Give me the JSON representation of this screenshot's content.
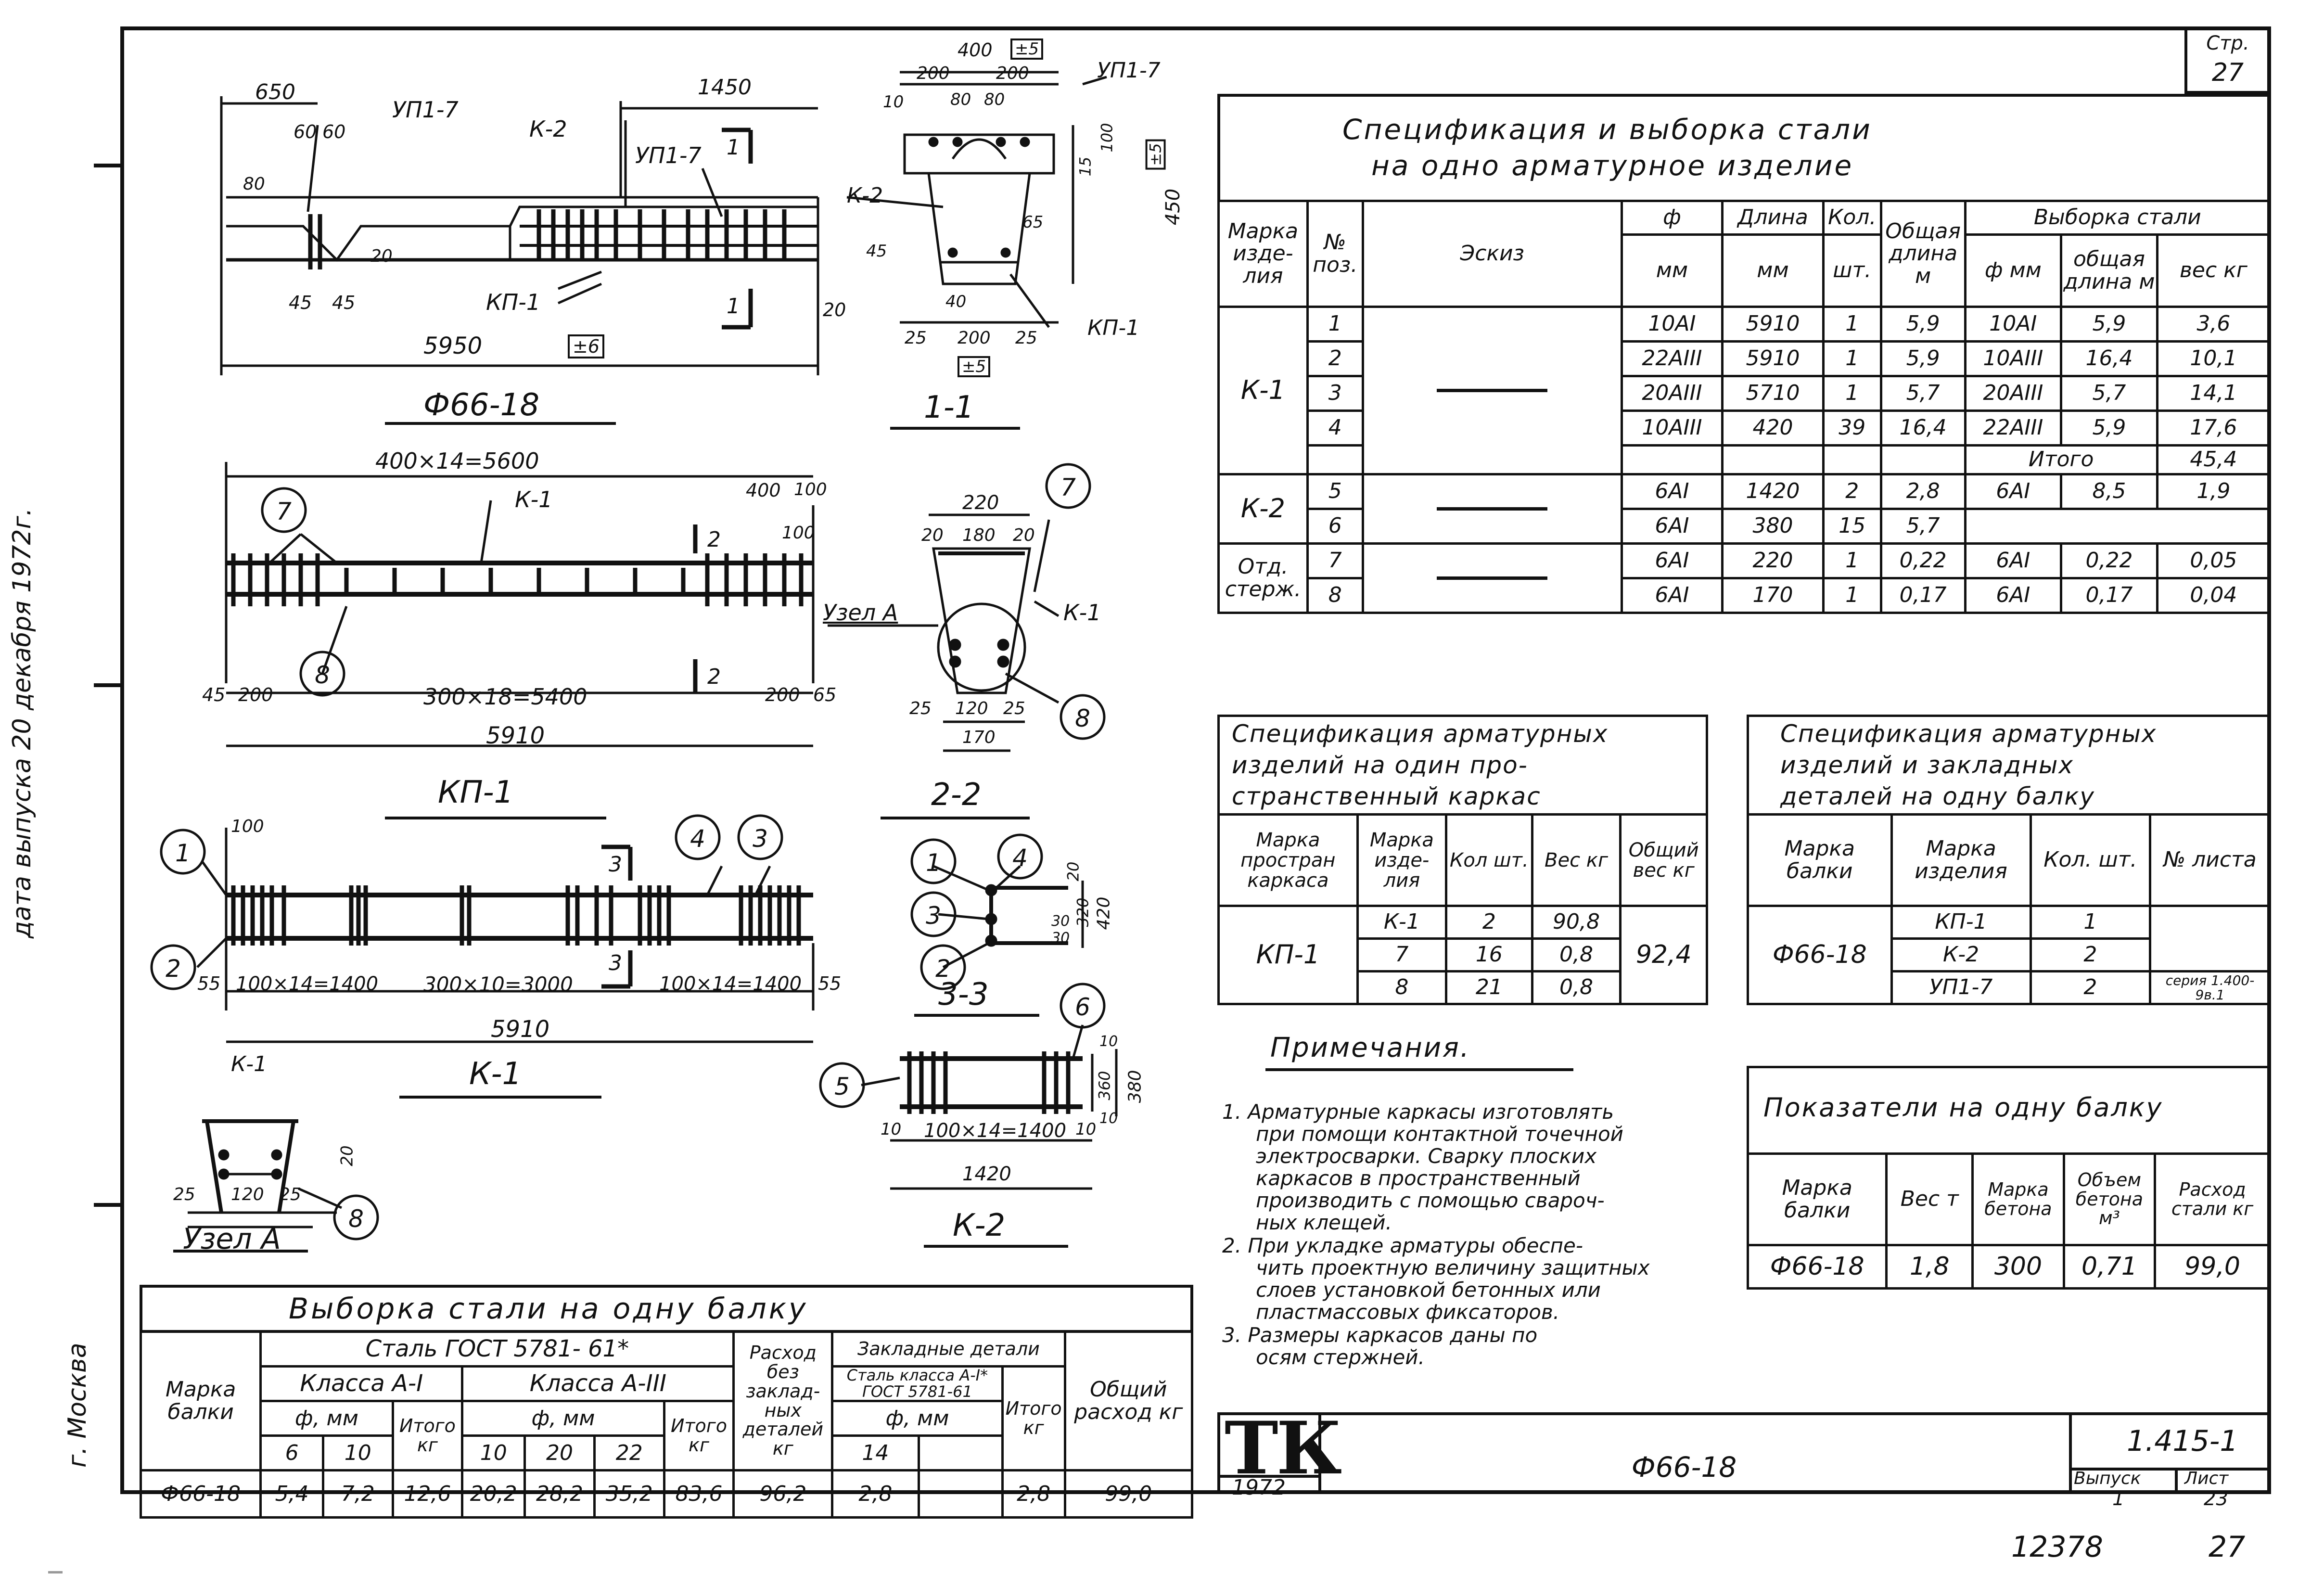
{
  "page": {
    "page_label": "Стр.",
    "page_number": "27",
    "footer_inventory": "12378",
    "footer_page": "27"
  },
  "side_margin": {
    "city": "г. Москва",
    "date": "дата выпуска  20 декабря  1972г."
  },
  "drawings": {
    "beam_title": "Ф66-18",
    "beam_dims": {
      "d650": "650",
      "d60a": "60",
      "d60b": "60",
      "up1": "УП1-7",
      "k2": "К-2",
      "d1450": "1450",
      "up2": "УП1-7",
      "cut1": "1",
      "d80": "80",
      "d20a": "20",
      "d45a": "45",
      "d45b": "45",
      "kp1": "КП-1",
      "cut1b": "1",
      "d20b": "20",
      "d5950": "5950",
      "tol6": "±6"
    },
    "section11_title": "1-1",
    "section11_dims": {
      "d400": "400",
      "tol5a": "±5",
      "d200a": "200",
      "d200b": "200",
      "up": "УП1-7",
      "d10": "10",
      "d80a": "80",
      "d80b": "80",
      "d15": "15",
      "d100": "100",
      "tol5b": "±5",
      "d450": "450",
      "k2": "К-2",
      "d65": "65",
      "d45": "45",
      "d40": "40",
      "d25a": "25",
      "d200c": "200",
      "d25b": "25",
      "tol5c": "±5",
      "kp1": "КП-1"
    },
    "kp1_title": "КП-1",
    "kp1_dims": {
      "d5600": "400×14=5600",
      "k1": "К-1",
      "d400": "400",
      "d100a": "100",
      "d100b": "100",
      "cut2a": "2",
      "cut2b": "2",
      "d45": "45",
      "d200a": "200",
      "d5400": "300×18=5400",
      "d200b": "200",
      "d65": "65",
      "d5910": "5910",
      "node": "Узел А"
    },
    "section22_title": "2-2",
    "section22_dims": {
      "d220": "220",
      "d20a": "20",
      "d180": "180",
      "d20b": "20",
      "k1": "К-1",
      "d25": "25",
      "d120": "120",
      "d25b": "25",
      "d170": "170"
    },
    "k1_title": "К-1",
    "k1_dims": {
      "d100": "100",
      "cut3a": "3",
      "cut3b": "3",
      "d55a": "55",
      "d1400a": "100×14=1400",
      "d3000": "300×10=3000",
      "d1400b": "100×14=1400",
      "d55b": "55",
      "d5910": "5910"
    },
    "section33_title": "3-3",
    "section33_dims": {
      "d20": "20",
      "d320": "320",
      "d420": "420",
      "d30a": "30",
      "d30b": "30"
    },
    "k2_title": "К-2",
    "k2_dims": {
      "d10a": "10",
      "d1400": "100×14=1400",
      "d10b": "10",
      "d1420": "1420",
      "d10c": "10",
      "d360": "360",
      "d10d": "10",
      "d380": "380"
    },
    "node_title": "Узел А",
    "node_dims": {
      "k1": "К-1",
      "d25": "25",
      "d120": "120",
      "d25b": "25",
      "d20": "20"
    },
    "callouts": [
      "1",
      "2",
      "3",
      "4",
      "5",
      "6",
      "7",
      "8"
    ]
  },
  "spec_main": {
    "title_line1": "Спецификация  и выборка  стали",
    "title_line2": "на  одно  арматурное  изделие",
    "headers": {
      "mark": "Марка изде- лия",
      "pos": "№ поз.",
      "sketch": "Эскиз",
      "phi": "ф",
      "phi_unit": "мм",
      "length": "Длина",
      "length_unit": "мм",
      "qty": "Кол.",
      "qty_unit": "шт.",
      "total_len": "Общая длина м",
      "sel": "Выборка  стали",
      "sel_phi": "ф мм",
      "sel_len": "общая длина м",
      "sel_wt": "вес кг"
    },
    "groups": [
      {
        "mark": "К-1",
        "rows": [
          {
            "pos": "1",
            "phi": "10АI",
            "len": "5910",
            "qty": "1",
            "tot": "5,9",
            "sphi": "10АI",
            "slen": "5,9",
            "swt": "3,6"
          },
          {
            "pos": "2",
            "phi": "22АIII",
            "len": "5910",
            "qty": "1",
            "tot": "5,9",
            "sphi": "10АIII",
            "slen": "16,4",
            "swt": "10,1"
          },
          {
            "pos": "3",
            "phi": "20АIII",
            "len": "5710",
            "qty": "1",
            "tot": "5,7",
            "sphi": "20АIII",
            "slen": "5,7",
            "swt": "14,1"
          },
          {
            "pos": "4",
            "phi": "10АIII",
            "len": "420",
            "qty": "39",
            "tot": "16,4",
            "sphi": "22АIII",
            "slen": "5,9",
            "swt": "17,6"
          }
        ],
        "total_label": "Итого",
        "total": "45,4"
      },
      {
        "mark": "К-2",
        "rows": [
          {
            "pos": "5",
            "phi": "6АI",
            "len": "1420",
            "qty": "2",
            "tot": "2,8",
            "sphi": "6АI",
            "slen": "8,5",
            "swt": "1,9"
          },
          {
            "pos": "6",
            "phi": "6АI",
            "len": "380",
            "qty": "15",
            "tot": "5,7",
            "sphi": "",
            "slen": "",
            "swt": ""
          }
        ]
      },
      {
        "mark": "Отд. стерж.",
        "rows": [
          {
            "pos": "7",
            "phi": "6АI",
            "len": "220",
            "qty": "1",
            "tot": "0,22",
            "sphi": "6АI",
            "slen": "0,22",
            "swt": "0,05"
          },
          {
            "pos": "8",
            "phi": "6АI",
            "len": "170",
            "qty": "1",
            "tot": "0,17",
            "sphi": "6АI",
            "slen": "0,17",
            "swt": "0,04"
          }
        ]
      }
    ]
  },
  "spec_frames": {
    "title_line1": "Спецификация  арматурных",
    "title_line2": "изделий  на  один  про-",
    "title_line3": "странственный  каркас",
    "headers": {
      "mark": "Марка простран каркаса",
      "item": "Марка изде- лия",
      "qty": "Кол шт.",
      "wt": "Вес кг",
      "total": "Общий вес кг"
    },
    "frame_mark": "КП-1",
    "rows": [
      {
        "item": "К-1",
        "qty": "2",
        "wt": "90,8"
      },
      {
        "item": "7",
        "qty": "16",
        "wt": "0,8"
      },
      {
        "item": "8",
        "qty": "21",
        "wt": "0,8"
      }
    ],
    "total": "92,4"
  },
  "spec_embedded": {
    "title_line1": "Спецификация  арматурных",
    "title_line2": "изделий  и  закладных",
    "title_line3": "деталей  на  одну  балку",
    "headers": {
      "mark": "Марка балки",
      "item": "Марка изделия",
      "qty": "Кол. шт.",
      "sheet": "№ листа"
    },
    "beam_mark": "Ф66-18",
    "rows": [
      {
        "item": "КП-1",
        "qty": "1"
      },
      {
        "item": "К-2",
        "qty": "2"
      },
      {
        "item": "УП1-7",
        "qty": "2"
      }
    ],
    "series_note": "серия 1.400-9в.1"
  },
  "notes": {
    "title": "Примечания.",
    "items": [
      [
        "1. Арматурные каркасы изготовлять",
        "при помощи контактной точечной",
        "электросварки. Сварку плоских",
        "каркасов в пространственный",
        "производить с помощью свароч-",
        "ных клещей."
      ],
      [
        "2. При укладке арматуры обеспе-",
        "чить проектную величину защитных",
        "слоев установкой бетонных или",
        "пластмассовых фиксаторов."
      ],
      [
        "3. Размеры каркасов даны по",
        "осям стержней."
      ]
    ]
  },
  "indicators": {
    "title": "Показатели  на  одну  балку",
    "headers": {
      "mark": "Марка балки",
      "weight": "Вес т",
      "concrete": "Марка бетона",
      "volume": "Объем бетона м³",
      "steel": "Расход стали кг"
    },
    "row": {
      "mark": "Ф66-18",
      "weight": "1,8",
      "concrete": "300",
      "volume": "0,71",
      "steel": "99,0"
    }
  },
  "steel_selection": {
    "title": "Выборка  стали  на  одну  балку",
    "headers": {
      "mark": "Марка балки",
      "gost": "Сталь  ГОСТ  5781- 61*",
      "class1": "Класса А-I",
      "class3": "Класса А-III",
      "phi_mm_a": "ф, мм",
      "phi_mm_b": "ф, мм",
      "total_a": "Итого",
      "total_b": "Итого",
      "kg_a": "кг",
      "kg_b": "кг",
      "no_embed": "Расход без заклад- ных деталей кг",
      "embed": "Закладные детали",
      "embed_steel": "Сталь класса А-I* ГОСТ 5781-61",
      "phi_mm_c": "ф, мм",
      "embed_total": "Итого кг",
      "grand": "Общий расход кг"
    },
    "diams_a": [
      "6",
      "10"
    ],
    "diams_b": [
      "10",
      "20",
      "22"
    ],
    "diam_c": "14",
    "row": {
      "mark": "Ф66-18",
      "a6": "5,4",
      "a10": "7,2",
      "tot_a": "12,6",
      "b10": "20,2",
      "b20": "28,2",
      "b22": "35,2",
      "tot_b": "83,6",
      "no_embed": "96,2",
      "c14": "2,8",
      "c_blank": "",
      "embed_total": "2,8",
      "grand": "99,0"
    }
  },
  "title_block": {
    "logo": "ТК",
    "year": "1972",
    "name": "Ф66-18",
    "series": "1.415-1",
    "issue_label": "Выпуск",
    "issue": "1",
    "sheet_label": "Лист",
    "sheet": "23"
  }
}
